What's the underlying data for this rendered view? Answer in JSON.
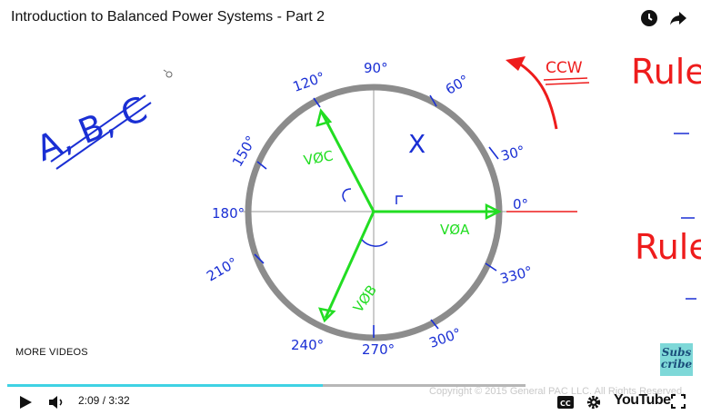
{
  "video": {
    "title": "Introduction to Balanced Power Systems - Part 2",
    "current_time": "2:09",
    "duration": "3:32",
    "time_display": "2:09 / 3:32",
    "progress": 0.608
  },
  "overlay": {
    "more_videos": "MORE VIDEOS",
    "subscribe_line1": "Subs",
    "subscribe_line2": "cribe",
    "copyright": "Copyright © 2015 General PAC LLC. All Rights Reserved."
  },
  "controls": {
    "youtube_logo": "YouTube"
  },
  "whiteboard": {
    "sequence_label": "A, B, C",
    "direction_label": "CCW",
    "x_mark": "X",
    "rule_top": "Rule",
    "rule_bottom": "Rule",
    "phasor_a": "VØA",
    "phasor_b": "VØB",
    "phasor_c": "VØC",
    "angles": {
      "a0": "0°",
      "a30": "30°",
      "a60": "60°",
      "a90": "90°",
      "a120": "120°",
      "a150": "150°",
      "a180": "180°",
      "a210": "210°",
      "a240": "240°",
      "a270": "270°",
      "a300": "300°",
      "a330": "330°"
    }
  },
  "colors": {
    "progress": "#3fd2e4",
    "phasor": "#22dd22",
    "ink_blue": "#1a2fd4",
    "ink_red": "#ee1c1c",
    "circle": "#8c8c8c"
  },
  "icons": {
    "watch_later": "clock-icon",
    "share": "share-icon",
    "play": "play-icon",
    "volume": "volume-icon",
    "captions": "cc-icon",
    "settings": "gear-icon",
    "fullscreen": "fullscreen-icon"
  }
}
